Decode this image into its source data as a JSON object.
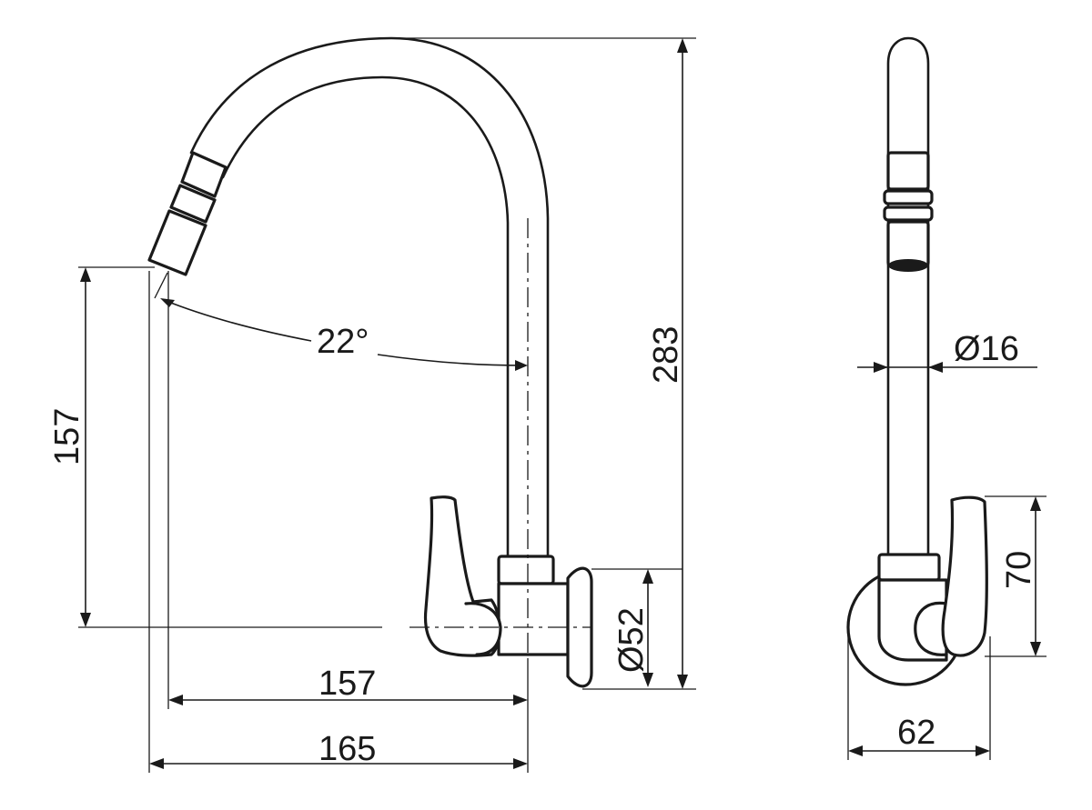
{
  "drawing": {
    "colors": {
      "line": "#1a1a1a",
      "background": "#ffffff"
    },
    "front_view": {
      "spout_angle": "22°",
      "outlet_height": "157",
      "total_height": "283",
      "reach_to_axis": "157",
      "overall_reach": "165",
      "flange_diameter": "Ø52"
    },
    "side_view": {
      "spout_diameter": "Ø16",
      "handle_height": "70",
      "base_width": "62"
    }
  }
}
